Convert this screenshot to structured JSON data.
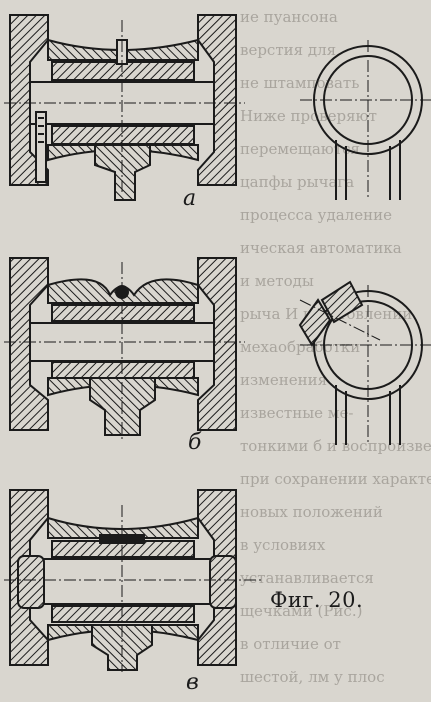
{
  "figure": {
    "caption": "Фиг. 20.",
    "labels": {
      "a": "а",
      "b": "б",
      "c": "в"
    }
  },
  "colors": {
    "paper": "#d9d6cf",
    "ink": "#1b1b1b",
    "bleed": "#a9a59e"
  },
  "bleed_text": [
    "ие пуансона",
    "верстия для",
    "не штамповать",
    "Ниже проверяют",
    "перемещаются",
    "цапфы рычага",
    "процесса удаление",
    "ическая автоматика",
    "и методы",
    "рыча И изготовлении",
    "мехаобработки",
    "изменения",
    "известные ме-",
    "тонкими б и воспроизве-",
    "при сохранении характеристик",
    "новых положений",
    "в условиях",
    "устанавливается",
    "щечками (Рис.)",
    "в отличие от",
    "шестой, лм у плос"
  ]
}
